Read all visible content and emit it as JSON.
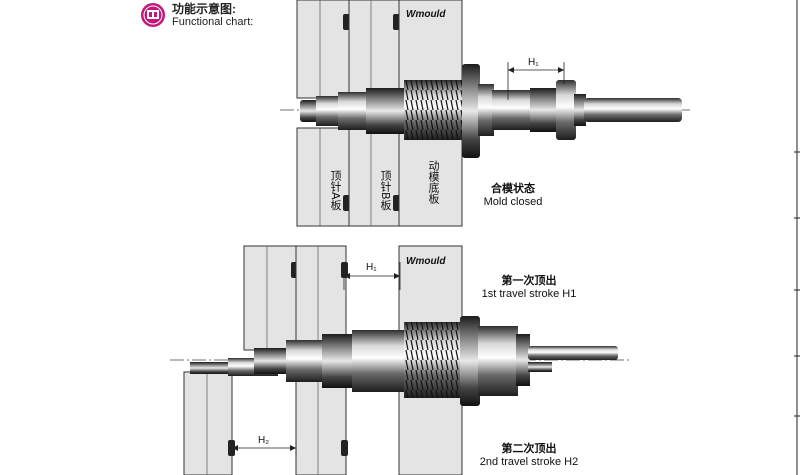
{
  "header": {
    "title_cn": "功能示意图:",
    "title_en": "Functional chart:"
  },
  "brand": "Wmould",
  "plate_labels": {
    "plate_a": "顶针A板",
    "plate_b": "顶针B板",
    "plate_c": "动模底板"
  },
  "states": {
    "closed": {
      "cn": "合模状态",
      "en": "Mold closed"
    },
    "stroke1": {
      "cn": "第一次顶出",
      "en": "1st travel stroke H1"
    },
    "stroke2": {
      "cn": "第二次顶出",
      "en": "2nd travel stroke H2"
    }
  },
  "dimensions": {
    "h1": "H₁",
    "h2": "H₂"
  },
  "colors": {
    "plate_fill": "#e4e4e4",
    "steel_dark": "#4a4a4a",
    "line": "#333333"
  }
}
